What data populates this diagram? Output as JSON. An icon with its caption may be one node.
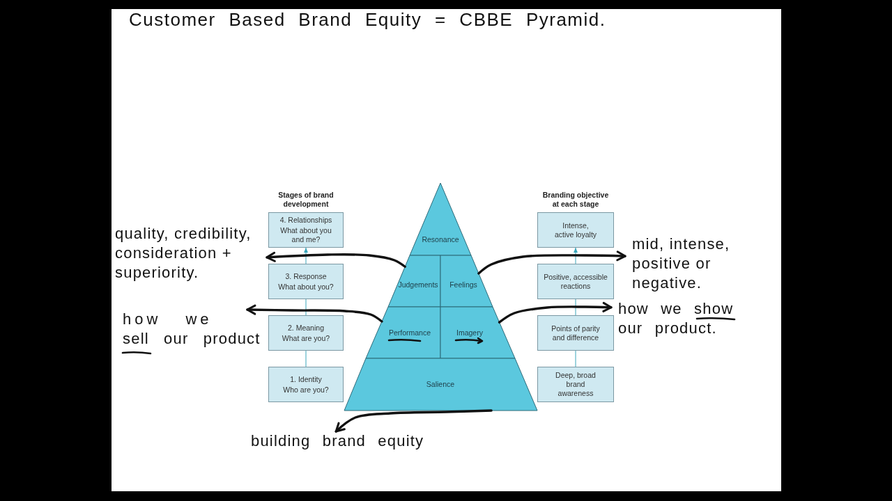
{
  "diagram": {
    "title": "Customer Based Brand Equity = CBBE Pyramid.",
    "nodes": [
      {
        "text": [
          "4. Relationships",
          "What about you and me?"
        ]
      },
      {
        "text": [
          "3. Response",
          "What about you?"
        ]
      },
      {
        "text": [
          "2. Meaning",
          "What are you?"
        ]
      },
      {
        "text": [
          "1. Identity",
          "Who are you?"
        ]
      },
      {
        "text": [
          "Resonance"
        ]
      },
      {
        "text": [
          "Judgements"
        ]
      },
      {
        "text": [
          "Feelings"
        ]
      },
      {
        "text": [
          "Performance"
        ]
      },
      {
        "text": [
          "Imagery"
        ]
      },
      {
        "text": [
          "Salience"
        ]
      },
      {
        "text": [
          "Intense, active loyalty"
        ]
      },
      {
        "text": [
          "Positive, accessible reactions"
        ]
      },
      {
        "text": [
          "Points of parity and difference"
        ]
      },
      {
        "text": [
          "Deep, broad brand awareness"
        ]
      },
      {
        "text": [
          "quality, credibility, consideration + superiority."
        ]
      },
      {
        "text": [
          "how we sell our product"
        ]
      },
      {
        "text": [
          "mid, intense, positive or negative."
        ]
      },
      {
        "text": [
          "how we show our product."
        ]
      },
      {
        "text": [
          "building brand equity"
        ]
      }
    ],
    "edges": [
      {
        "from": 3,
        "to": 2,
        "arrow": "none"
      },
      {
        "from": 2,
        "to": 1,
        "arrow": "none"
      },
      {
        "from": 1,
        "to": 0,
        "arrow": "to"
      },
      {
        "from": 13,
        "to": 12,
        "arrow": "none"
      },
      {
        "from": 12,
        "to": 11,
        "arrow": "none"
      },
      {
        "from": 11,
        "to": 10,
        "arrow": "to"
      },
      {
        "from": 5,
        "to": 14,
        "arrow": "to",
        "style": "thick",
        "color": "#111111"
      },
      {
        "from": 7,
        "to": 15,
        "arrow": "to",
        "style": "thick",
        "color": "#111111"
      },
      {
        "from": 6,
        "to": 16,
        "arrow": "to",
        "style": "thick",
        "color": "#111111"
      },
      {
        "from": 8,
        "to": 17,
        "arrow": "to",
        "style": "thick",
        "color": "#111111"
      },
      {
        "from": 9,
        "to": 18,
        "arrow": "to",
        "style": "thick",
        "color": "#111111"
      }
    ],
    "labels": [
      "Stages of brand development",
      "Branding objective at each stage"
    ]
  }
}
